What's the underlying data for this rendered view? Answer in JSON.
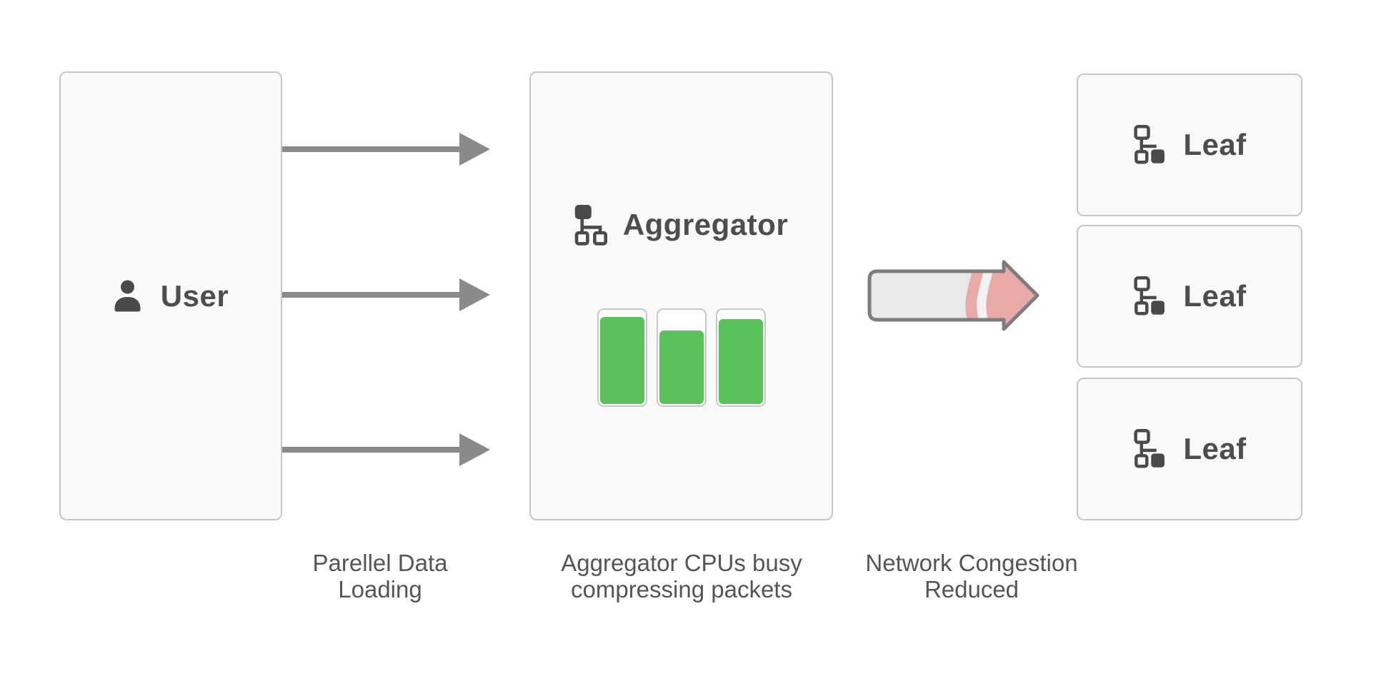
{
  "nodes": {
    "user": {
      "label": "User"
    },
    "aggregator": {
      "label": "Aggregator"
    },
    "leaves": [
      {
        "label": "Leaf"
      },
      {
        "label": "Leaf"
      },
      {
        "label": "Leaf"
      }
    ]
  },
  "cpu_bars": {
    "description": "aggregator cpu load meters, fill percent of each bar",
    "values": [
      94,
      80,
      92
    ]
  },
  "captions": [
    {
      "lines": [
        "Parellel Data",
        "Loading"
      ]
    },
    {
      "lines": [
        "Aggregator CPUs busy",
        "compressing packets"
      ]
    },
    {
      "lines": [
        "Network Congestion",
        "Reduced"
      ]
    }
  ],
  "colors": {
    "bar_green": "#5bc25b",
    "arrow_gray": "#8a8a8a",
    "pipe_pink": "#e8aaa6",
    "pipe_body": "#e9e9e9",
    "pipe_outline": "#7d7d7d",
    "box_border": "#c6c6c6",
    "box_bg": "#f9f9f9",
    "text_dark": "#4d4d4d",
    "caption_gray": "#555555"
  }
}
